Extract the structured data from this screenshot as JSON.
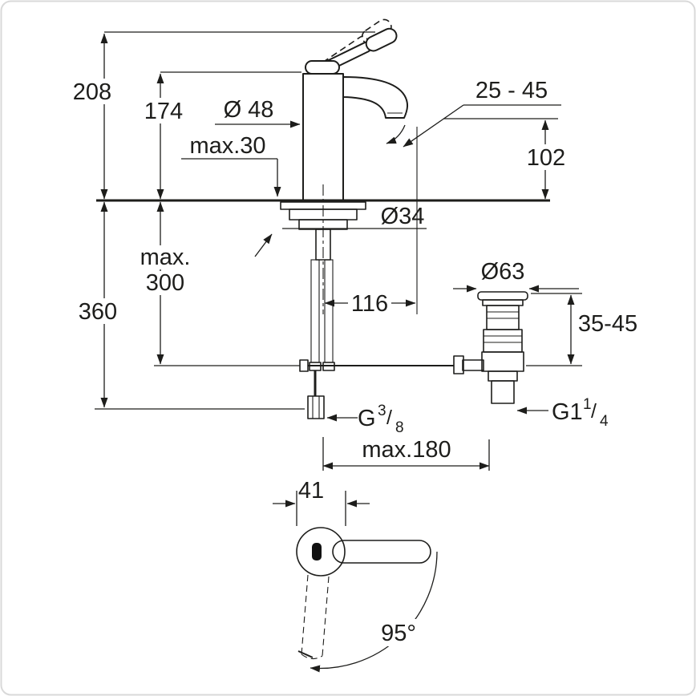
{
  "meta": {
    "drawing_type": "technical-dimension-drawing",
    "subject": "single-lever-basin-faucet-with-pop-up-waste",
    "line_color": "#1d1d1b",
    "background": "#ffffff"
  },
  "labels": {
    "d208": "208",
    "d174": "174",
    "d48": "Ø 48",
    "dmax30": "max.30",
    "d2545": "25 - 45",
    "d102": "102",
    "d34": "Ø34",
    "dmax": "max.",
    "d300": "300",
    "d360": "360",
    "d116": "116",
    "d63": "Ø63",
    "d3545": "35-45",
    "g38_g": "G",
    "g38_num": "3",
    "g38_slash": "/",
    "g38_den": "8",
    "g114_g": "G1",
    "g114_num": "1",
    "g114_slash": "/",
    "g114_den": "4",
    "dmax180": "max.180",
    "d41": "41",
    "d95": "95°"
  }
}
